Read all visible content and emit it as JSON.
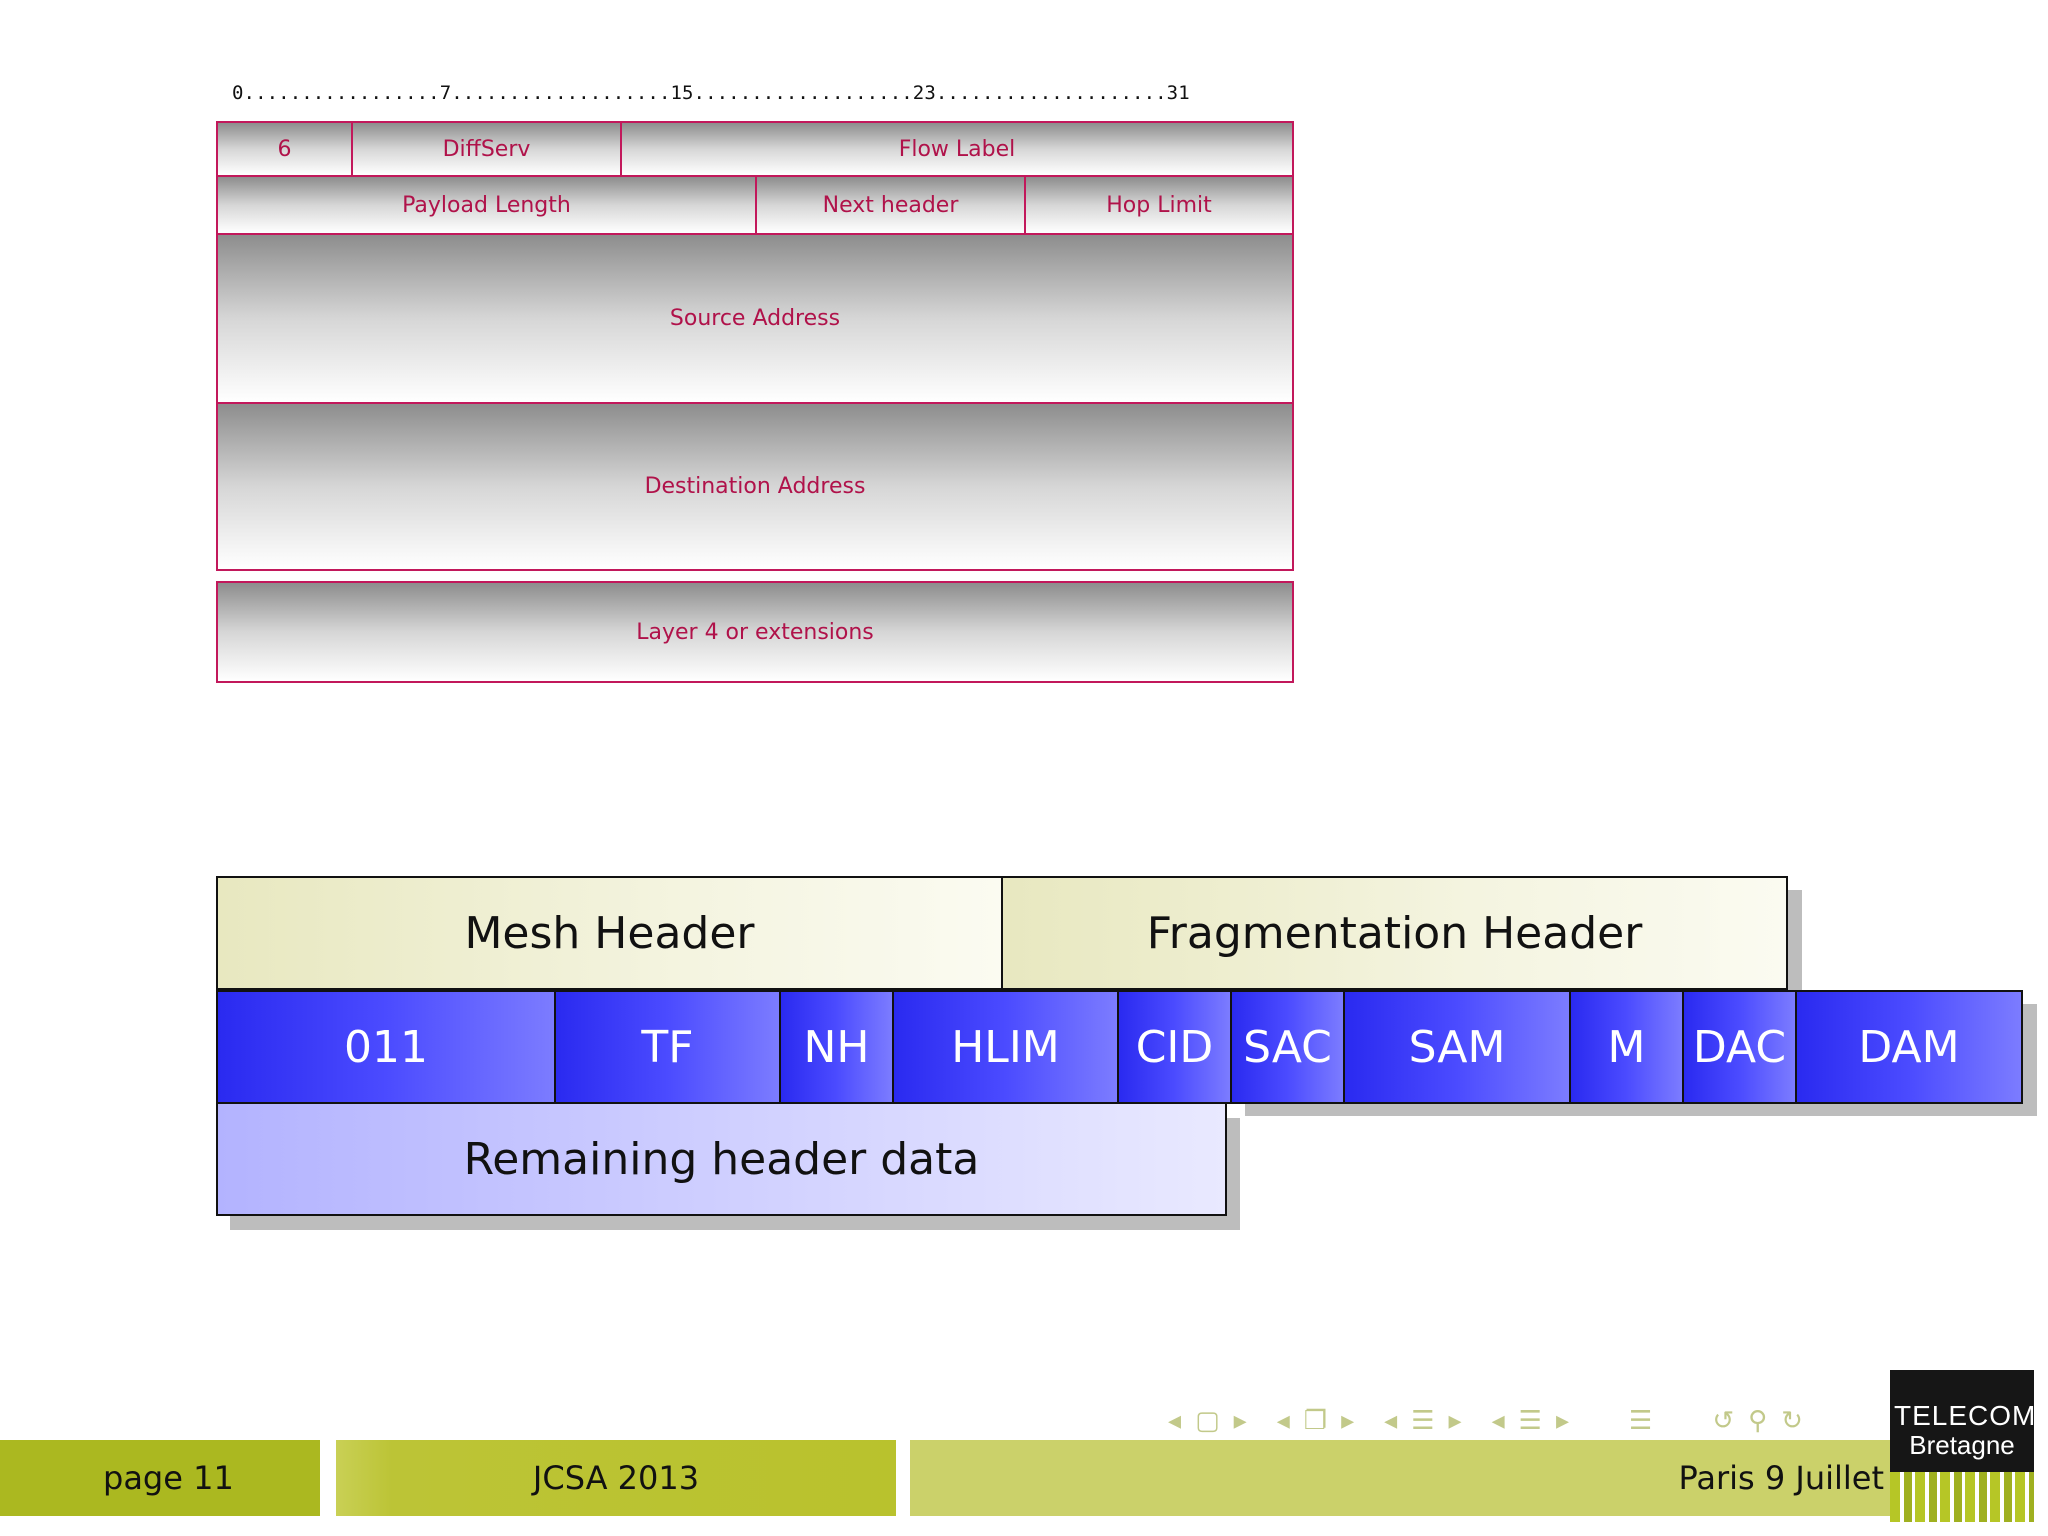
{
  "ipv6": {
    "ruler": "0.................7...................15...................23....................31",
    "row1": {
      "version": "6",
      "diffserv": "DiffServ",
      "flow_label": "Flow Label"
    },
    "row2": {
      "payload_length": "Payload Length",
      "next_header": "Next header",
      "hop_limit": "Hop Limit"
    },
    "source_address": "Source Address",
    "destination_address": "Destination Address",
    "layer4": "Layer 4 or extensions"
  },
  "lowpan": {
    "mesh_header": "Mesh Header",
    "fragmentation_header": "Fragmentation Header",
    "fields": [
      "011",
      "TF",
      "NH",
      "HLIM",
      "CID",
      "SAC",
      "SAM",
      "M",
      "DAC",
      "DAM"
    ],
    "remaining": "Remaining header data"
  },
  "footer": {
    "page": "page 11",
    "conference": "JCSA 2013",
    "place_date": "Paris 9 Juillet",
    "logo_line1": "TELECOM",
    "logo_line2": "Bretagne"
  },
  "colors": {
    "ip_border": "#c2185b",
    "ip_text": "#b0124a",
    "lowpan_blue": "#3a3aff",
    "footer_green": "#b5c22a"
  }
}
